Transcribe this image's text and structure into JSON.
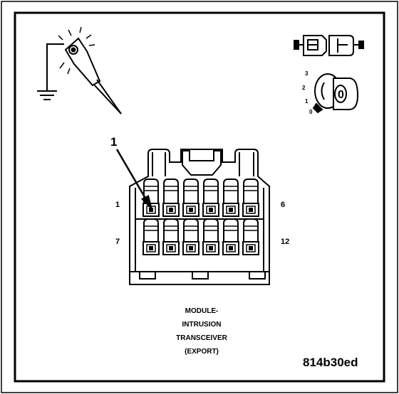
{
  "diagram": {
    "callout": "1",
    "pin_labels": {
      "top_left": "1",
      "top_right": "6",
      "bottom_left": "7",
      "bottom_right": "12"
    },
    "caption": [
      "MODULE-",
      "INTRUSION",
      "TRANSCEIVER",
      "(EXPORT)"
    ],
    "reference_code": "814b30ed",
    "ignition_positions": [
      "3",
      "2",
      "1",
      "0"
    ],
    "key_face_label": "0",
    "icons": [
      "ground-probe-icon",
      "connector-disconnected-icon",
      "ignition-off-icon"
    ]
  }
}
